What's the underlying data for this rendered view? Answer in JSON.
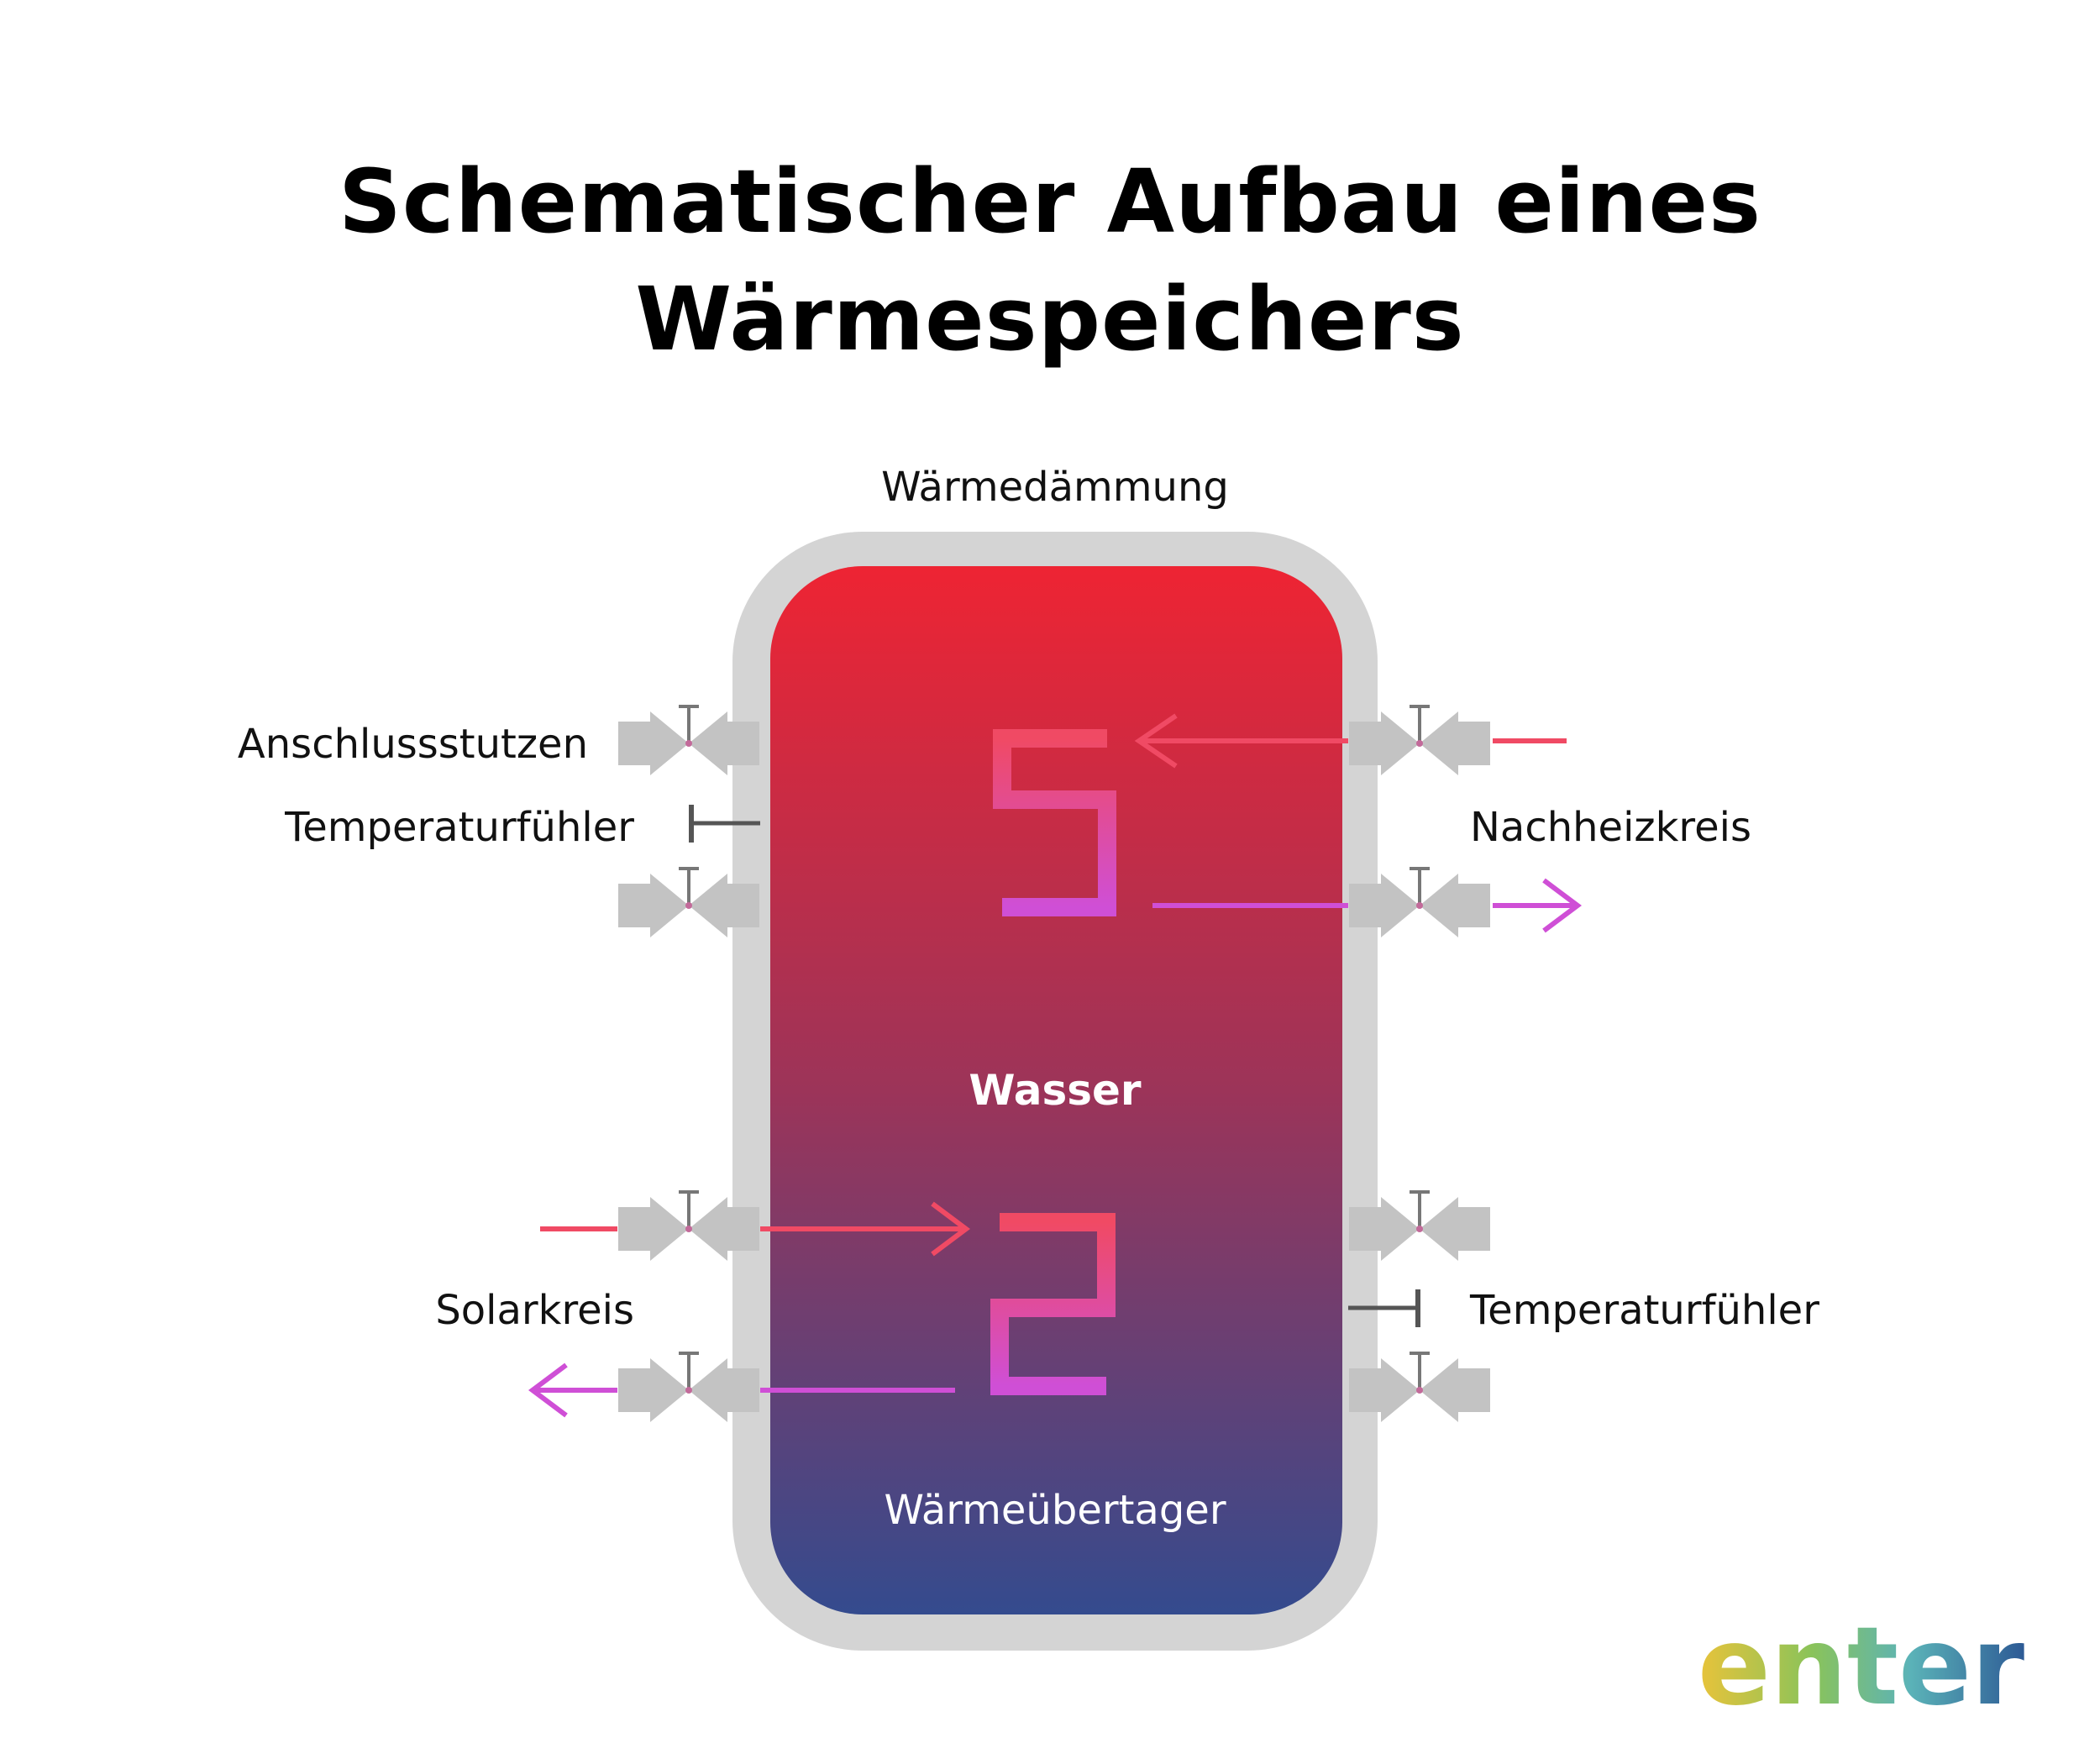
{
  "title": {
    "line1": "Schematischer Aufbau eines",
    "line2": "Wärmespeichers"
  },
  "labels": {
    "insulation": "Wärmedämmung",
    "connection": "Anschlussstutzen",
    "sensor_left": "Temperaturfühler",
    "reheat_circuit": "Nachheizkreis",
    "water": "Wasser",
    "solar_circuit": "Solarkreis",
    "sensor_right": "Temperaturfühler",
    "heat_exchanger": "Wärmeübertager"
  },
  "logo": {
    "text": "enter"
  },
  "colors": {
    "tank_top": "#ee2433",
    "tank_bottom": "#344b8e",
    "insulation": "#d4d4d4",
    "hot_line": "#f04a64",
    "cold_line": "#cf4fd6",
    "valve": "#c3c3c3",
    "sensor": "#555555"
  }
}
